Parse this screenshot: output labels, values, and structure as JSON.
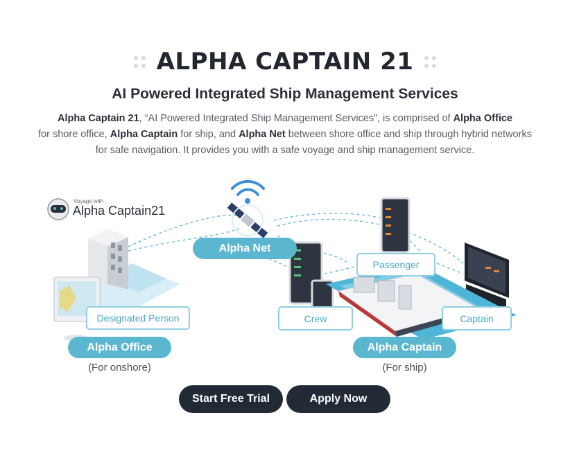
{
  "header": {
    "title": "ALPHA CAPTAIN 21",
    "subtitle": "AI Powered Integrated Ship Management Services"
  },
  "description": {
    "l1_b1": "Alpha Captain 21",
    "l1_t1": ", “AI Powered Integrated Ship Management Services”, is comprised of ",
    "l1_b2": "Alpha Office",
    "l2_t1": "for shore office, ",
    "l2_b1": "Alpha Captain",
    "l2_t2": " for ship, and ",
    "l2_b2": "Alpha Net",
    "l2_t3": " between shore office and ship through hybrid networks",
    "l3": "for safe navigation. It provides you with a safe voyage and ship management service."
  },
  "logo": {
    "small_text": "Voyage with",
    "name": "Alpha Captain21"
  },
  "diagram": {
    "alpha_net": "Alpha Net",
    "designated_person": "Designated Person",
    "alpha_office": "Alpha Office",
    "for_onshore": "(For onshore)",
    "passenger": "Passenger",
    "crew": "Crew",
    "captain": "Captain",
    "alpha_captain": "Alpha Captain",
    "for_ship": "(For ship)"
  },
  "buttons": {
    "start_trial": "Start Free Trial",
    "apply_now": "Apply Now"
  },
  "colors": {
    "accent": "#5bb6cf",
    "tag_border": "#8fd0e2",
    "button_bg": "#222a36"
  }
}
